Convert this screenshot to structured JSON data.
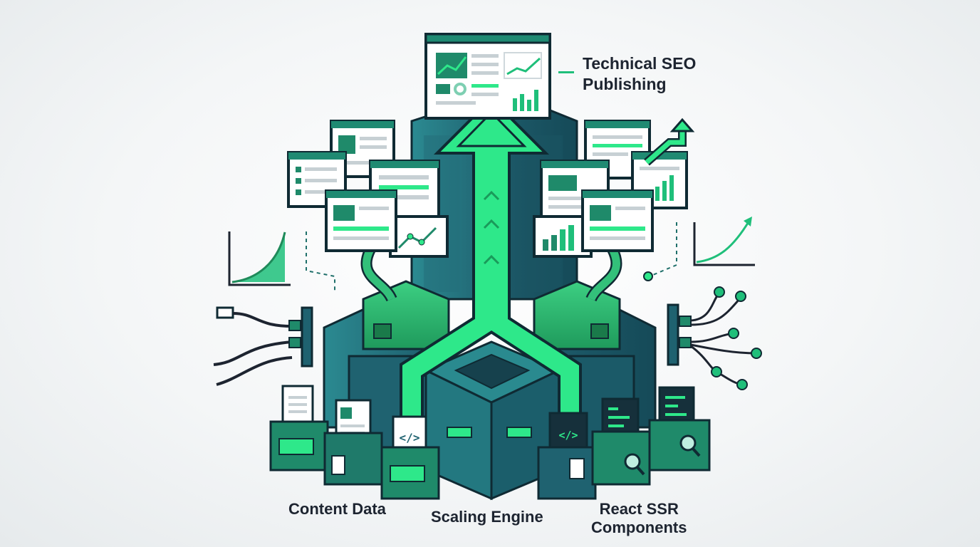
{
  "labels": {
    "publishing": "Technical SEO\nPublishing",
    "content_data": "Content Data",
    "scaling_engine": "Scaling Engine",
    "react_ssr": "React SSR\nComponents"
  },
  "icons": {
    "code": "</>",
    "icon_names": [
      "document-icon",
      "code-icon",
      "magnifier-icon",
      "trend-arrow-icon",
      "plug-icon",
      "network-node-icon",
      "bar-chart-icon",
      "line-chart-icon"
    ]
  },
  "colors": {
    "accent_green": "#1fbf7a",
    "bright_green": "#2ee88a",
    "teal_dark": "#1f5f6e",
    "teal_mid": "#2a7d86",
    "navy": "#1d2430"
  }
}
